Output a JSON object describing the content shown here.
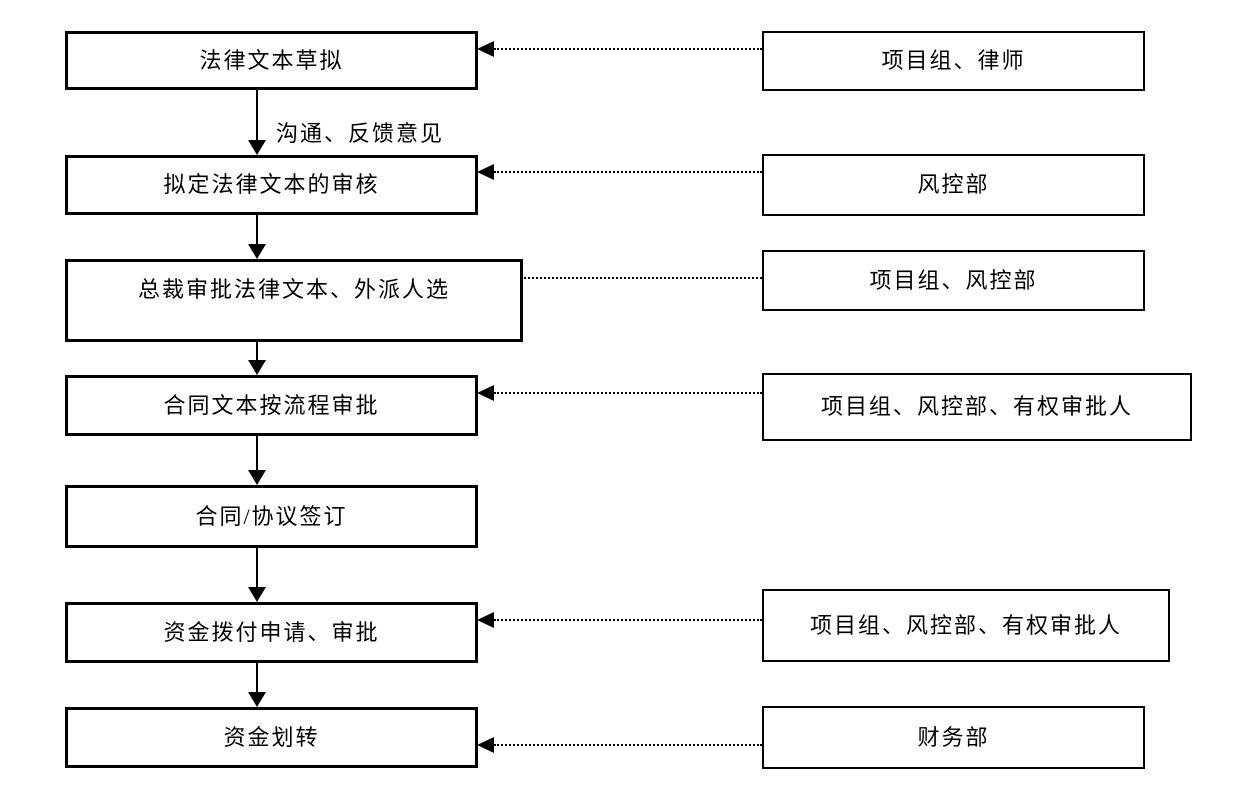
{
  "diagram": {
    "type": "flowchart",
    "background_color": "#ffffff",
    "line_color": "#000000",
    "box_fill_color": "#ffffff",
    "flow_annotation": "沟通、反馈意见",
    "icons": {
      "down-arrowhead": "solid black triangle pointing down (css shape)",
      "left-arrowhead": "solid black triangle pointing left (css shape)"
    },
    "steps": [
      {
        "label": "法律文本草拟",
        "responsible": "项目组、律师",
        "link": "dotted-arrow-to-step"
      },
      {
        "label": "拟定法律文本的审核",
        "responsible": "风控部",
        "link": "dotted-arrow-to-step"
      },
      {
        "label": "总裁审批法律文本、外派人选",
        "responsible": "项目组、风控部",
        "link": "dotted-line"
      },
      {
        "label": "合同文本按流程审批",
        "responsible": "项目组、风控部、有权审批人",
        "link": "dotted-arrow-to-step"
      },
      {
        "label": "合同/协议签订",
        "responsible": null,
        "link": "none"
      },
      {
        "label": "资金拨付申请、审批",
        "responsible": "项目组、风控部、有权审批人",
        "link": "dotted-arrow-to-step"
      },
      {
        "label": "资金划转",
        "responsible": "财务部",
        "link": "dotted-arrow-to-step"
      }
    ]
  }
}
